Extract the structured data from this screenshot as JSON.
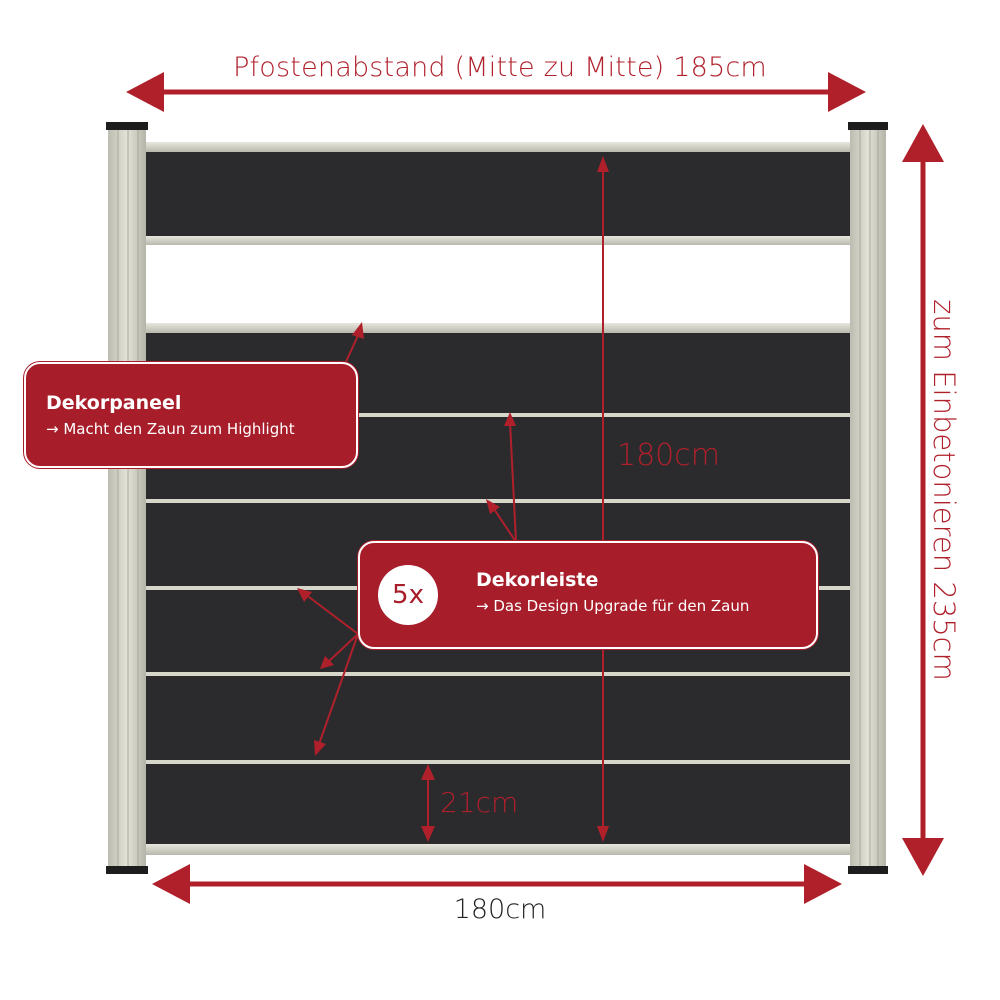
{
  "dimensions": {
    "post_spacing": "Pfostenabstand (Mitte zu Mitte) 185cm",
    "fence_height": "180cm",
    "fence_width": "180cm",
    "post_length": "zum Einbetonieren 235cm",
    "strip_gap": "21cm"
  },
  "callouts": {
    "panel": {
      "title": "Dekorpaneel",
      "subtitle": "→ Macht den Zaun zum Highlight"
    },
    "strip": {
      "badge": "5x",
      "title": "Dekorleiste",
      "subtitle": "→ Das Design Upgrade für den Zaun"
    }
  },
  "colors": {
    "accent": "#a71e2a",
    "board": "#2b2b2d",
    "frame": "#d0cfc3"
  }
}
